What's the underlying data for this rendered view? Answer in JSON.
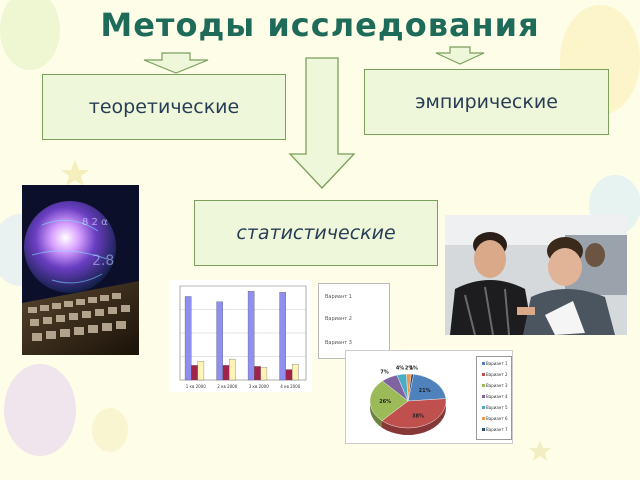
{
  "slide": {
    "title": "Методы исследования",
    "boxes": {
      "theoretical": "теоретические",
      "empirical": "эмпирические",
      "statistical": "статистические"
    }
  },
  "images": {
    "left_photo": "keyboard-globe-photo",
    "right_photo": "people-writing-photo"
  },
  "bar_chart": {
    "categories": [
      "1 кв 2000",
      "2 кв 2000",
      "3 кв 2000",
      "4 кв 2000"
    ],
    "series": [
      {
        "color": "#8f8ff2",
        "values": [
          80,
          75,
          85,
          84
        ]
      },
      {
        "color": "#a0244a",
        "values": [
          14,
          14,
          13,
          10
        ]
      },
      {
        "color": "#fff3b8",
        "values": [
          18,
          20,
          12,
          15
        ]
      }
    ],
    "ylim": [
      0,
      90
    ],
    "legend": [
      "Вариант 1",
      "Вариант 2",
      "Вариант 3"
    ]
  },
  "pie_chart": {
    "labels": [
      "21%",
      "38%",
      "26%",
      "7%",
      "4%",
      "2%",
      "1%"
    ],
    "values": [
      21,
      38,
      26,
      7,
      4,
      2,
      1
    ],
    "colors": [
      "#4f81bd",
      "#c0504d",
      "#9bbb59",
      "#8064a2",
      "#4bacc6",
      "#f79646",
      "#2c4d75"
    ],
    "legend": [
      "Вариант 1",
      "Вариант 2",
      "Вариант 3",
      "Вариант 4",
      "Вариант 5",
      "Вариант 6",
      "Вариант 7"
    ]
  }
}
